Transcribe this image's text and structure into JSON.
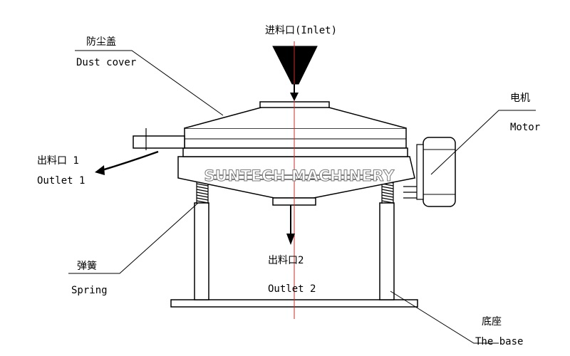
{
  "labels": {
    "inlet": "进料口(Inlet)",
    "dust_cover_cn": "防尘盖",
    "dust_cover_en": "Dust cover",
    "motor_cn": "电机",
    "motor_en": "Motor",
    "outlet1_cn": "出料口 1",
    "outlet1_en": "Outlet 1",
    "outlet2_cn": "出料口2",
    "outlet2_en": "Outlet 2",
    "spring_cn": "弹簧",
    "spring_en": "Spring",
    "base_cn": "底座",
    "base_en": "The base"
  },
  "watermark": "SUNTECH MACHINERY",
  "colors": {
    "line": "#000000",
    "centerline": "#cc2b2b",
    "watermark_stroke": "#7a7a7a",
    "background": "#ffffff"
  }
}
